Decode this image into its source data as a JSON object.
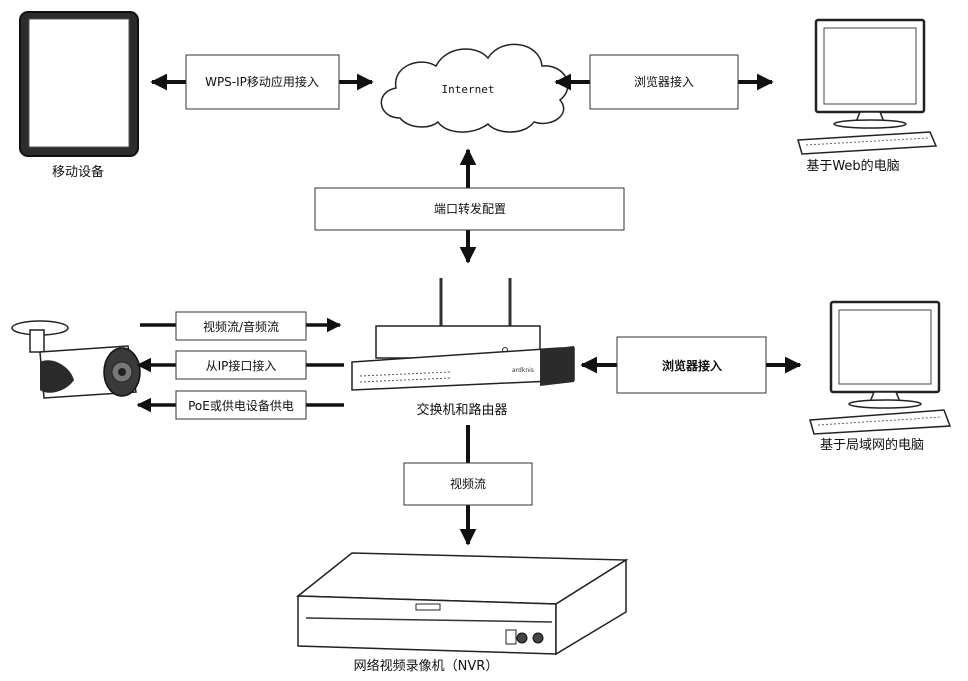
{
  "devices": {
    "mobile": "移动设备",
    "web_pc": "基于Web的电脑",
    "lan_pc": "基于局域网的电脑",
    "router": "交换机和路由器",
    "nvr": "网络视频录像机（NVR）"
  },
  "cloud": "Internet",
  "connections": {
    "wps_ip": "WPS-IP移动应用接入",
    "browser_top": "浏览器接入",
    "port_forward": "端口转发配置",
    "video_audio": "视频流/音频流",
    "ip_access": "从IP接口接入",
    "poe": "PoE或供电设备供电",
    "browser_lan": "浏览器接入",
    "video_stream": "视频流"
  },
  "router_brand": "ardknis"
}
